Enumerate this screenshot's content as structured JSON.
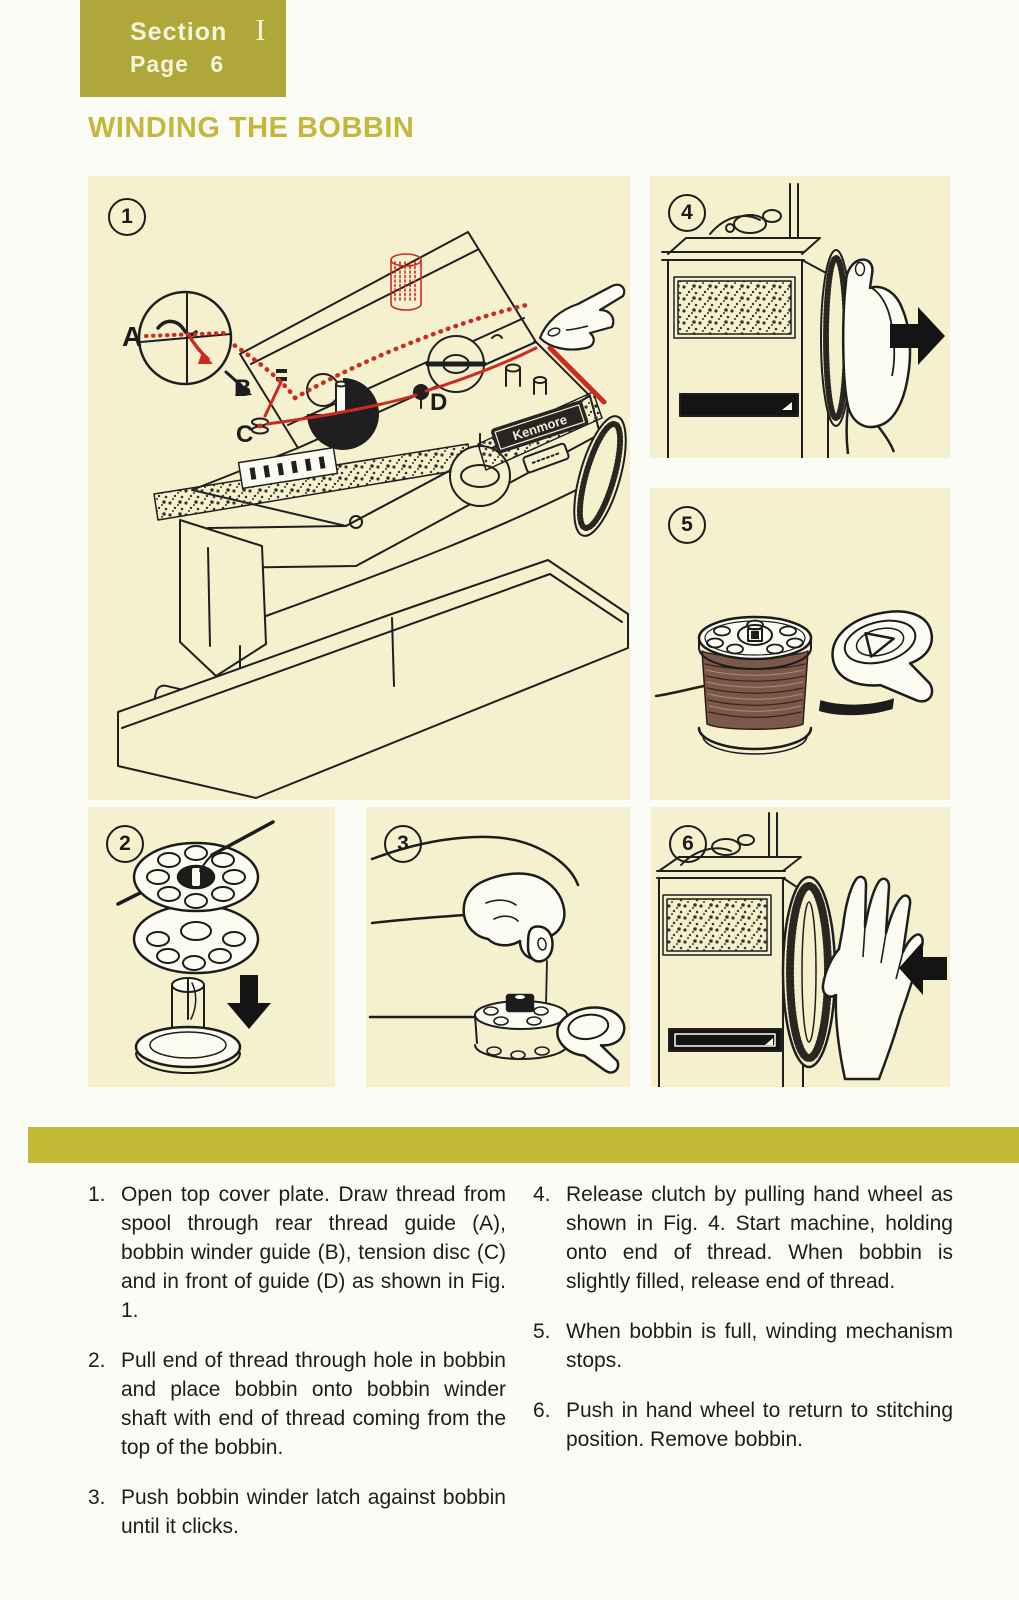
{
  "badge": {
    "section_label": "Section",
    "section_numeral": "I",
    "page_label": "Page",
    "page_number": "6"
  },
  "title": "WINDING THE BOBBIN",
  "colors": {
    "badge_olive": "#aea73a",
    "bar_olive": "#c3ba37",
    "title_olive": "#c5b73e",
    "panel_cream": "#f5f0cd",
    "thread_red": "#cd2a23",
    "bobbin_thread_brown": "#7b594a",
    "ink_black": "#1c1c1c"
  },
  "figures": {
    "fig1": {
      "number": "1",
      "labels": {
        "a": "A",
        "b": "B",
        "c": "C",
        "d": "D"
      },
      "brand": "Kenmore"
    },
    "fig2": {
      "number": "2"
    },
    "fig3": {
      "number": "3"
    },
    "fig4": {
      "number": "4"
    },
    "fig5": {
      "number": "5"
    },
    "fig6": {
      "number": "6"
    }
  },
  "instructions": {
    "left": [
      {
        "num": "1.",
        "text": "Open top cover plate. Draw thread from spool through rear thread guide (A), bobbin winder guide (B), tension disc (C) and in front of guide (D) as shown in Fig. 1."
      },
      {
        "num": "2.",
        "text": "Pull end of thread through hole in bobbin and place bobbin onto bobbin winder shaft with end of thread coming from the top of the bobbin."
      },
      {
        "num": "3.",
        "text": "Push bobbin winder latch against bobbin until it clicks."
      }
    ],
    "right": [
      {
        "num": "4.",
        "text": "Release clutch by pulling hand wheel as shown in Fig. 4. Start machine, holding onto end of thread. When bobbin is slightly filled, release end of thread."
      },
      {
        "num": "5.",
        "text": "When bobbin is full, winding mechanism stops."
      },
      {
        "num": "6.",
        "text": "Push in hand wheel to return to stitching position. Remove bobbin."
      }
    ]
  }
}
